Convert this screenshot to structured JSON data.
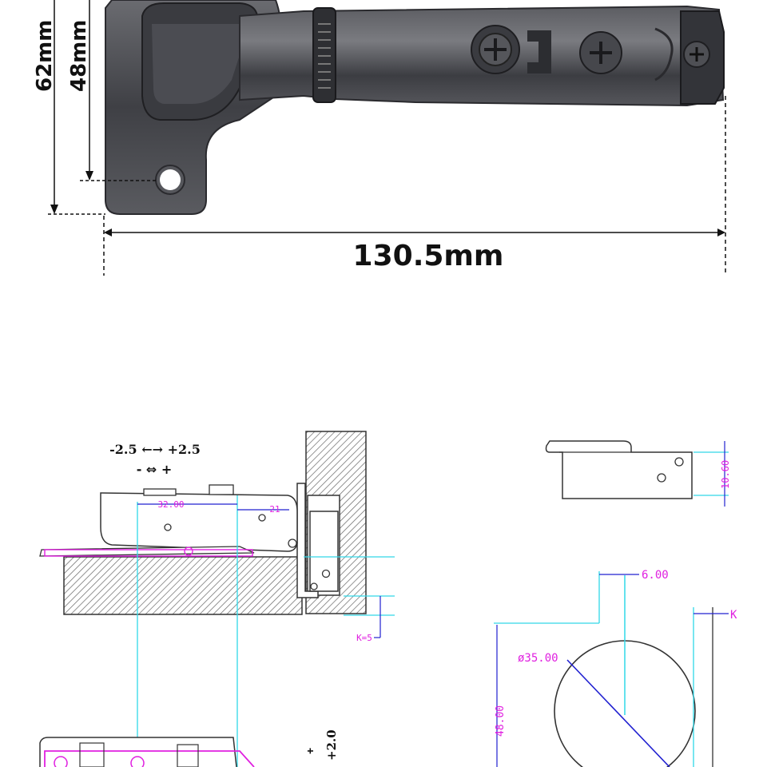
{
  "photo": {
    "height_total_label": "62mm",
    "height_hole_label": "48mm",
    "width_label": "130.5mm"
  },
  "side_view": {
    "adjust_depth_label": "-2.5 ←→ +2.5",
    "adjust_depth_symbols": "- ⇔ +",
    "dim_32": "32.00",
    "dim_21": "21",
    "k_label": "K=5",
    "adjust_height_label": "+2.0",
    "adjust_height_symbol": "+"
  },
  "plate_view": {
    "dim_10_6": "10.60"
  },
  "cup_view": {
    "dim_6": "6.00",
    "diameter": "ø35.00",
    "dim_48": "48.00",
    "k_label": "K"
  },
  "colors": {
    "magenta": "#e020e0",
    "cyan": "#30d8e8",
    "blue": "#2020d0",
    "metal": "#4a4b50",
    "hatch": "#555555"
  }
}
